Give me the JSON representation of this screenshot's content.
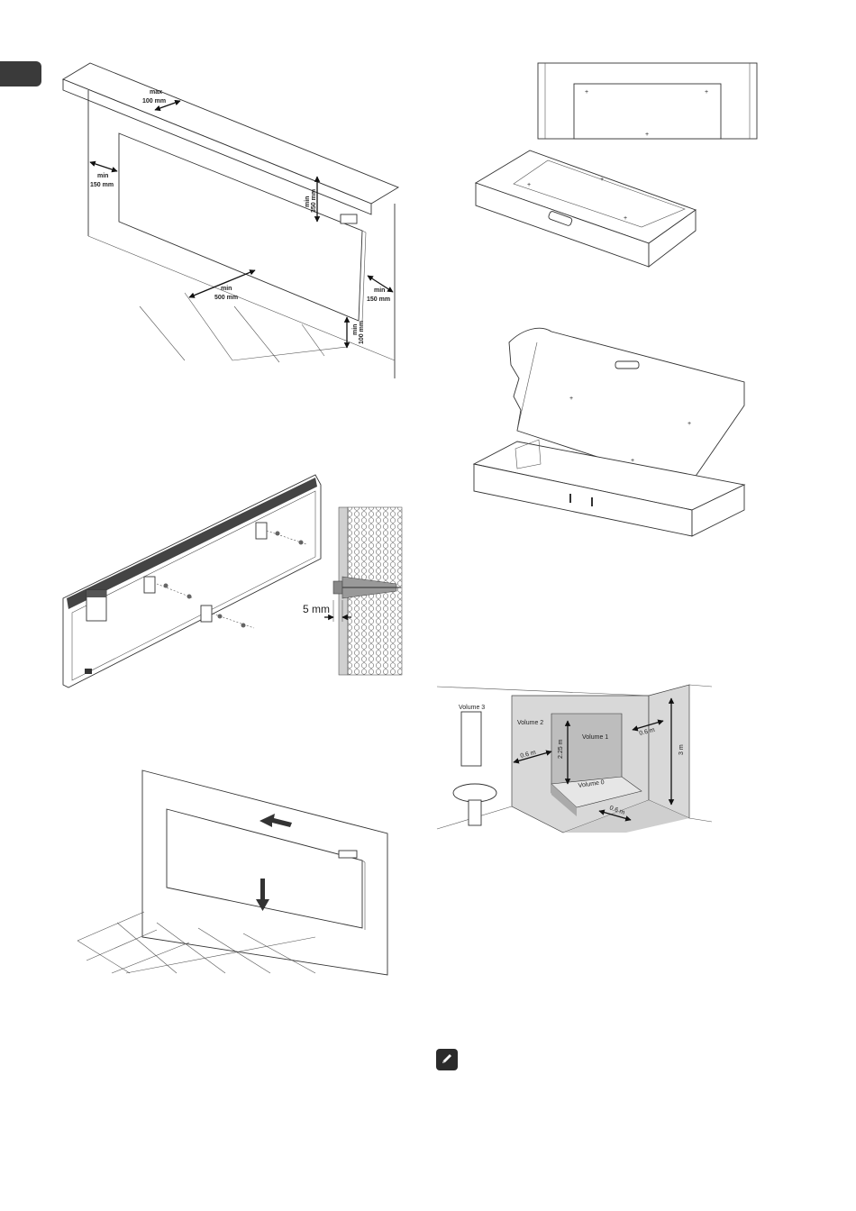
{
  "fig1": {
    "max_top": "max",
    "max_top_val": "100 mm",
    "min_left": "min",
    "min_left_val": "150 mm",
    "min_top": "min",
    "min_top_val": "350 mm",
    "min_floor": "min",
    "min_floor_val": "500 mm",
    "min_right": "min",
    "min_right_val": "150 mm",
    "min_bottom": "min",
    "min_bottom_val": "100 mm"
  },
  "fig_drill": {
    "gap_label": "5 mm"
  },
  "fig_bath": {
    "volume3": "Volume 3",
    "volume2": "Volume 2",
    "volume1": "Volume 1",
    "volume0": "Volume 0",
    "dist_left": "0.6 m",
    "dist_right": "0.6 m",
    "dist_front": "0.6 m",
    "height_shower": "2.25 m",
    "height_room": "3 m"
  },
  "colors": {
    "tab": "#3a3a3a",
    "note_icon": "#2b2b2b",
    "wall_shade": "#d8d8d8",
    "zone_shade": "#bdbdbd"
  },
  "icons": {
    "note": "pencil-note-icon"
  }
}
